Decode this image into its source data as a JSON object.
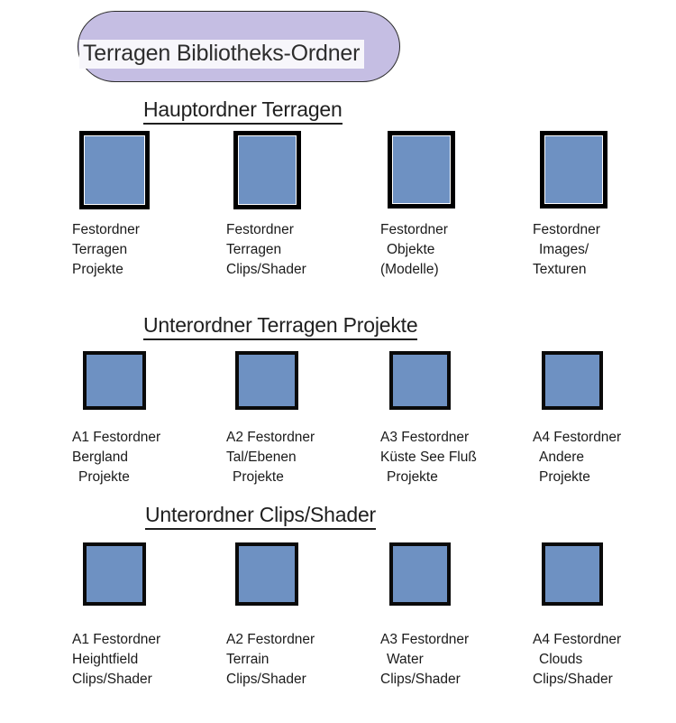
{
  "header": {
    "title": "Terragen Bibliotheks-Ordner",
    "capsule_color": "#c5bee3",
    "band_color": "#f7f6fb"
  },
  "theme": {
    "folder_fill": "#6e91c2",
    "folder_border": "#000000",
    "text_color": "#1a1a1a",
    "page_background": "#ffffff"
  },
  "sections": [
    {
      "heading": "Hauptordner Terragen",
      "items": [
        {
          "icon": "folder-square-icon",
          "lines": [
            "Festordner",
            "Terragen",
            "Projekte"
          ]
        },
        {
          "icon": "folder-square-icon",
          "lines": [
            "Festordner",
            "Terragen",
            "Clips/Shader"
          ]
        },
        {
          "icon": "folder-square-icon",
          "lines": [
            "Festordner",
            "Objekte",
            "(Modelle)"
          ]
        },
        {
          "icon": "folder-square-icon",
          "lines": [
            "Festordner",
            "Images/",
            "Texturen"
          ]
        }
      ]
    },
    {
      "heading": "Unterordner Terragen Projekte",
      "items": [
        {
          "icon": "folder-square-icon",
          "lines": [
            "A1 Festordner",
            "Bergland",
            "Projekte"
          ]
        },
        {
          "icon": "folder-square-icon",
          "lines": [
            "A2 Festordner",
            "Tal/Ebenen",
            "Projekte"
          ]
        },
        {
          "icon": "folder-square-icon",
          "lines": [
            "A3 Festordner",
            "Küste See Fluß",
            "Projekte"
          ]
        },
        {
          "icon": "folder-square-icon",
          "lines": [
            "A4 Festordner",
            "Andere",
            "Projekte"
          ]
        }
      ]
    },
    {
      "heading": "Unterordner Clips/Shader",
      "items": [
        {
          "icon": "folder-square-icon",
          "lines": [
            "A1 Festordner",
            "Heightfield",
            "Clips/Shader"
          ]
        },
        {
          "icon": "folder-square-icon",
          "lines": [
            "A2 Festordner",
            "Terrain",
            "Clips/Shader"
          ]
        },
        {
          "icon": "folder-square-icon",
          "lines": [
            "A3 Festordner",
            "Water",
            "Clips/Shader"
          ]
        },
        {
          "icon": "folder-square-icon",
          "lines": [
            "A4 Festordner",
            "Clouds",
            "Clips/Shader"
          ]
        }
      ]
    }
  ]
}
